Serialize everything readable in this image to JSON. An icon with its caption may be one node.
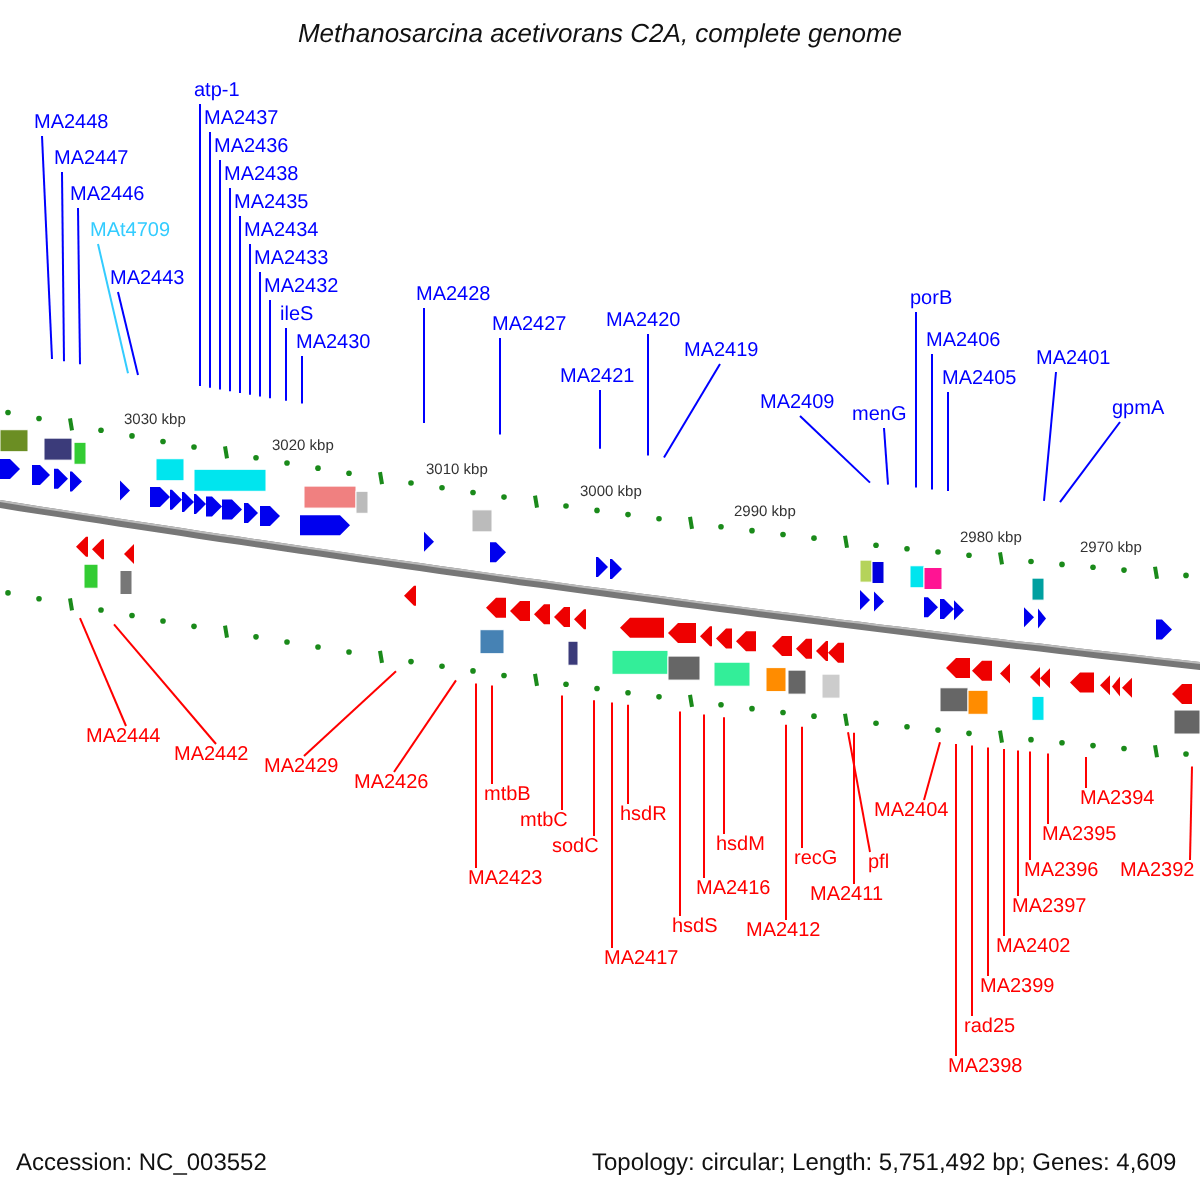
{
  "diagram": {
    "title": "Methanosarcina acetivorans C2A, complete genome",
    "nodes": [
      {
        "text": [
          "MA2448"
        ]
      },
      {
        "text": [
          "MA2447"
        ]
      },
      {
        "text": [
          "MA2446"
        ]
      },
      {
        "text": [
          "MAt4709"
        ]
      },
      {
        "text": [
          "MA2443"
        ]
      },
      {
        "text": [
          "atp-1"
        ]
      },
      {
        "text": [
          "MA2437"
        ]
      },
      {
        "text": [
          "MA2436"
        ]
      },
      {
        "text": [
          "MA2438"
        ]
      },
      {
        "text": [
          "MA2435"
        ]
      },
      {
        "text": [
          "MA2434"
        ]
      },
      {
        "text": [
          "MA2433"
        ]
      },
      {
        "text": [
          "MA2432"
        ]
      },
      {
        "text": [
          "ileS"
        ]
      },
      {
        "text": [
          "MA2430"
        ]
      },
      {
        "text": [
          "MA2428"
        ]
      },
      {
        "text": [
          "MA2427"
        ]
      },
      {
        "text": [
          "MA2421"
        ]
      },
      {
        "text": [
          "MA2420"
        ]
      },
      {
        "text": [
          "MA2419"
        ]
      },
      {
        "text": [
          "MA2409"
        ]
      },
      {
        "text": [
          "menG"
        ]
      },
      {
        "text": [
          "porB"
        ]
      },
      {
        "text": [
          "MA2406"
        ]
      },
      {
        "text": [
          "MA2405"
        ]
      },
      {
        "text": [
          "MA2401"
        ]
      },
      {
        "text": [
          "gpmA"
        ]
      },
      {
        "text": [
          "MA2444"
        ]
      },
      {
        "text": [
          "MA2442"
        ]
      },
      {
        "text": [
          "MA2429"
        ]
      },
      {
        "text": [
          "MA2426"
        ]
      },
      {
        "text": [
          "mtbB"
        ]
      },
      {
        "text": [
          "mtbC"
        ]
      },
      {
        "text": [
          "sodC"
        ]
      },
      {
        "text": [
          "MA2423"
        ]
      },
      {
        "text": [
          "hsdR"
        ]
      },
      {
        "text": [
          "MA2417"
        ]
      },
      {
        "text": [
          "MA2416"
        ]
      },
      {
        "text": [
          "hsdM"
        ]
      },
      {
        "text": [
          "hsdS"
        ]
      },
      {
        "text": [
          "recG"
        ]
      },
      {
        "text": [
          "MA2411"
        ]
      },
      {
        "text": [
          "MA2412"
        ]
      },
      {
        "text": [
          "pfl"
        ]
      },
      {
        "text": [
          "MA2404"
        ]
      },
      {
        "text": [
          "MA2402"
        ]
      },
      {
        "text": [
          "rad25"
        ]
      },
      {
        "text": [
          "MA2399"
        ]
      },
      {
        "text": [
          "MA2397"
        ]
      },
      {
        "text": [
          "MA2398"
        ]
      },
      {
        "text": [
          "MA2394"
        ]
      },
      {
        "text": [
          "MA2395"
        ]
      },
      {
        "text": [
          "MA2396"
        ]
      },
      {
        "text": [
          "MA2392"
        ]
      }
    ],
    "edges": [
      {
        "from": 0,
        "to": null,
        "arrow": "none",
        "color": "#0000ff"
      },
      {
        "from": 1,
        "to": null,
        "arrow": "none",
        "color": "#0000ff"
      },
      {
        "from": 2,
        "to": null,
        "arrow": "none",
        "color": "#0000ff"
      },
      {
        "from": 3,
        "to": null,
        "arrow": "none",
        "color": "#33ccff"
      },
      {
        "from": 4,
        "to": null,
        "arrow": "none",
        "color": "#0000ff"
      },
      {
        "from": 5,
        "to": null,
        "arrow": "none",
        "color": "#0000ff"
      },
      {
        "from": 6,
        "to": null,
        "arrow": "none",
        "color": "#0000ff"
      },
      {
        "from": 7,
        "to": null,
        "arrow": "none",
        "color": "#0000ff"
      },
      {
        "from": 8,
        "to": null,
        "arrow": "none",
        "color": "#0000ff"
      },
      {
        "from": 9,
        "to": null,
        "arrow": "none",
        "color": "#0000ff"
      },
      {
        "from": 10,
        "to": null,
        "arrow": "none",
        "color": "#0000ff"
      },
      {
        "from": 11,
        "to": null,
        "arrow": "none",
        "color": "#0000ff"
      },
      {
        "from": 12,
        "to": null,
        "arrow": "none",
        "color": "#0000ff"
      },
      {
        "from": 13,
        "to": null,
        "arrow": "none",
        "color": "#0000ff"
      },
      {
        "from": 14,
        "to": null,
        "arrow": "none",
        "color": "#0000ff"
      },
      {
        "from": 15,
        "to": null,
        "arrow": "none",
        "color": "#0000ff"
      },
      {
        "from": 16,
        "to": null,
        "arrow": "none",
        "color": "#0000ff"
      },
      {
        "from": 17,
        "to": null,
        "arrow": "none",
        "color": "#0000ff"
      },
      {
        "from": 18,
        "to": null,
        "arrow": "none",
        "color": "#0000ff"
      },
      {
        "from": 19,
        "to": null,
        "arrow": "none",
        "color": "#0000ff"
      },
      {
        "from": 20,
        "to": null,
        "arrow": "none",
        "color": "#0000ff"
      },
      {
        "from": 21,
        "to": null,
        "arrow": "none",
        "color": "#0000ff"
      },
      {
        "from": 22,
        "to": null,
        "arrow": "none",
        "color": "#0000ff"
      },
      {
        "from": 23,
        "to": null,
        "arrow": "none",
        "color": "#0000ff"
      },
      {
        "from": 24,
        "to": null,
        "arrow": "none",
        "color": "#0000ff"
      },
      {
        "from": 25,
        "to": null,
        "arrow": "none",
        "color": "#0000ff"
      },
      {
        "from": 26,
        "to": null,
        "arrow": "none",
        "color": "#0000ff"
      },
      {
        "from": 27,
        "to": null,
        "arrow": "none",
        "color": "#ff0000"
      },
      {
        "from": 28,
        "to": null,
        "arrow": "none",
        "color": "#ff0000"
      },
      {
        "from": 29,
        "to": null,
        "arrow": "none",
        "color": "#ff0000"
      },
      {
        "from": 30,
        "to": null,
        "arrow": "none",
        "color": "#ff0000"
      },
      {
        "from": 31,
        "to": null,
        "arrow": "none",
        "color": "#ff0000"
      },
      {
        "from": 32,
        "to": null,
        "arrow": "none",
        "color": "#ff0000"
      },
      {
        "from": 33,
        "to": null,
        "arrow": "none",
        "color": "#ff0000"
      },
      {
        "from": 34,
        "to": null,
        "arrow": "none",
        "color": "#ff0000"
      },
      {
        "from": 35,
        "to": null,
        "arrow": "none",
        "color": "#ff0000"
      },
      {
        "from": 36,
        "to": null,
        "arrow": "none",
        "color": "#ff0000"
      },
      {
        "from": 37,
        "to": null,
        "arrow": "none",
        "color": "#ff0000"
      },
      {
        "from": 38,
        "to": null,
        "arrow": "none",
        "color": "#ff0000"
      },
      {
        "from": 39,
        "to": null,
        "arrow": "none",
        "color": "#ff0000"
      },
      {
        "from": 40,
        "to": null,
        "arrow": "none",
        "color": "#ff0000"
      },
      {
        "from": 41,
        "to": null,
        "arrow": "none",
        "color": "#ff0000"
      },
      {
        "from": 42,
        "to": null,
        "arrow": "none",
        "color": "#ff0000"
      },
      {
        "from": 43,
        "to": null,
        "arrow": "none",
        "color": "#ff0000"
      },
      {
        "from": 44,
        "to": null,
        "arrow": "none",
        "color": "#ff0000"
      },
      {
        "from": 45,
        "to": null,
        "arrow": "none",
        "color": "#ff0000"
      },
      {
        "from": 46,
        "to": null,
        "arrow": "none",
        "color": "#ff0000"
      },
      {
        "from": 47,
        "to": null,
        "arrow": "none",
        "color": "#ff0000"
      },
      {
        "from": 48,
        "to": null,
        "arrow": "none",
        "color": "#ff0000"
      },
      {
        "from": 49,
        "to": null,
        "arrow": "none",
        "color": "#ff0000"
      },
      {
        "from": 50,
        "to": null,
        "arrow": "none",
        "color": "#ff0000"
      },
      {
        "from": 51,
        "to": null,
        "arrow": "none",
        "color": "#ff0000"
      },
      {
        "from": 52,
        "to": null,
        "arrow": "none",
        "color": "#ff0000"
      },
      {
        "from": 53,
        "to": null,
        "arrow": "none",
        "color": "#ff0000"
      }
    ],
    "labels": [
      "3030 kbp",
      "3020 kbp",
      "3010 kbp",
      "3000 kbp",
      "2990 kbp",
      "2980 kbp",
      "2970 kbp",
      "Accession: NC_003552",
      "Topology: circular; Length: 5,751,492 bp; Genes: 4,609"
    ]
  }
}
